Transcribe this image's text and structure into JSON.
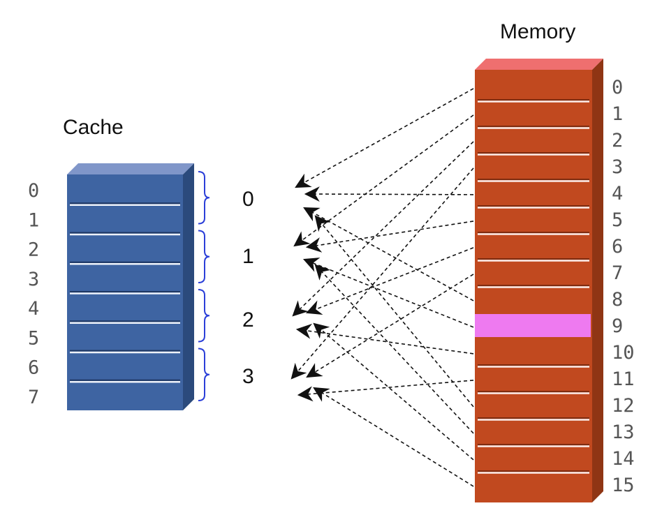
{
  "cache": {
    "label": "Cache",
    "line_labels": [
      "0",
      "1",
      "2",
      "3",
      "4",
      "5",
      "6",
      "7"
    ],
    "front_color": "#3E64A2",
    "top_color": "#8096C9",
    "side_color": "#2B4A7C"
  },
  "sets": {
    "labels": [
      "0",
      "1",
      "2",
      "3"
    ],
    "bracket_color": "#2B3FD8"
  },
  "memory": {
    "label": "Memory",
    "block_labels": [
      "0",
      "1",
      "2",
      "3",
      "4",
      "5",
      "6",
      "7",
      "8",
      "9",
      "10",
      "11",
      "12",
      "13",
      "14",
      "15"
    ],
    "highlighted_block": 9,
    "front_color": "#C1491F",
    "top_color": "#EF6F6F",
    "side_color": "#8F3514",
    "highlight_color": "#EE7AF0"
  },
  "mapping": {
    "rule": "block mod 4",
    "arrow_color": "#111111"
  }
}
